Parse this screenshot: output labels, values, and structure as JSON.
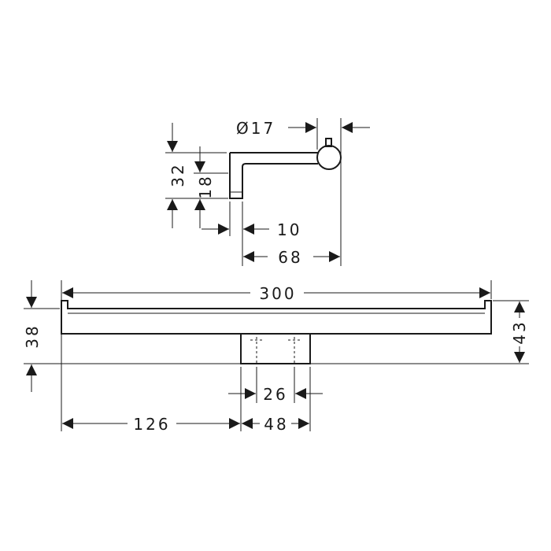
{
  "drawing": {
    "dimensions": {
      "diameter": "Ø17",
      "height_32": "32",
      "height_18": "18",
      "offset_10": "10",
      "depth_68": "68",
      "length_300": "300",
      "height_38": "38",
      "height_43": "43",
      "gap_26": "26",
      "width_48": "48",
      "offset_126": "126"
    }
  }
}
